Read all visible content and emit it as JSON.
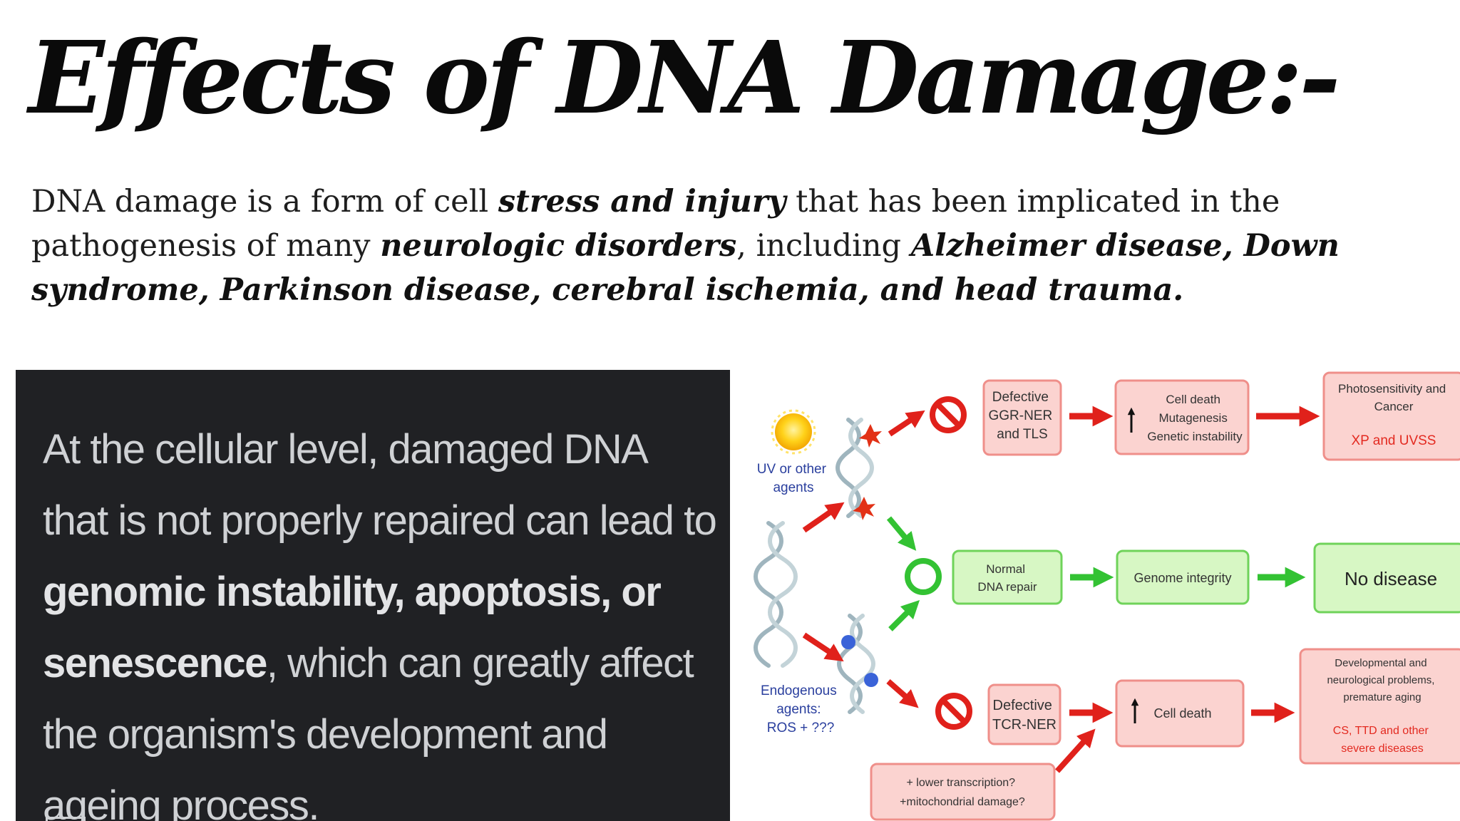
{
  "title": "Effects of DNA Damage:-",
  "intro": {
    "p1": "DNA damage is a form of cell ",
    "b1": "stress and injury",
    "p2": " that has been implicated in the pathogenesis of many ",
    "b2": "neurologic disorders",
    "p3": ", including ",
    "b3": "Alzheimer disease, Down syndrome, Parkinson disease, cerebral ischemia, and head trauma."
  },
  "quote": {
    "t1": "At the cellular level, damaged DNA that is not properly repaired can lead to ",
    "b1": "genomic instability, apoptosis, or senescence",
    "t2": ", which can greatly affect the organism's development and ageing process."
  },
  "diagram": {
    "uv_label": [
      "UV or other",
      "agents"
    ],
    "endo_label": [
      "Endogenous",
      "agents:",
      "ROS + ???"
    ],
    "top": {
      "repair": [
        "Defective",
        "GGR-NER",
        "and TLS"
      ],
      "effects": [
        "Cell death",
        "Mutagenesis",
        "Genetic instability"
      ],
      "outcome": [
        "Photosensitivity and",
        "Cancer"
      ],
      "disease": "XP and UVSS"
    },
    "middle": {
      "repair": [
        "Normal",
        "DNA repair"
      ],
      "effects": "Genome integrity",
      "outcome": "No disease"
    },
    "bottom": {
      "repair": [
        "Defective",
        "TCR-NER"
      ],
      "effects": "Cell death",
      "outcome": [
        "Developmental and",
        "neurological problems,",
        "premature aging"
      ],
      "disease": [
        "CS, TTD and other",
        "severe diseases"
      ],
      "note": [
        "+ lower transcription?",
        "+mitochondrial damage?"
      ]
    }
  },
  "colors": {
    "panel_bg": "#202124",
    "red_box_fill": "#fbd3d0",
    "red_box_stroke": "#ef8f8a",
    "green_box_fill": "#d7f7c4",
    "green_box_stroke": "#6fd35a",
    "red_arrow": "#e0211b",
    "green_arrow": "#33c233",
    "agent_blue": "#2a3f9e",
    "disease_red": "#e32a20"
  }
}
